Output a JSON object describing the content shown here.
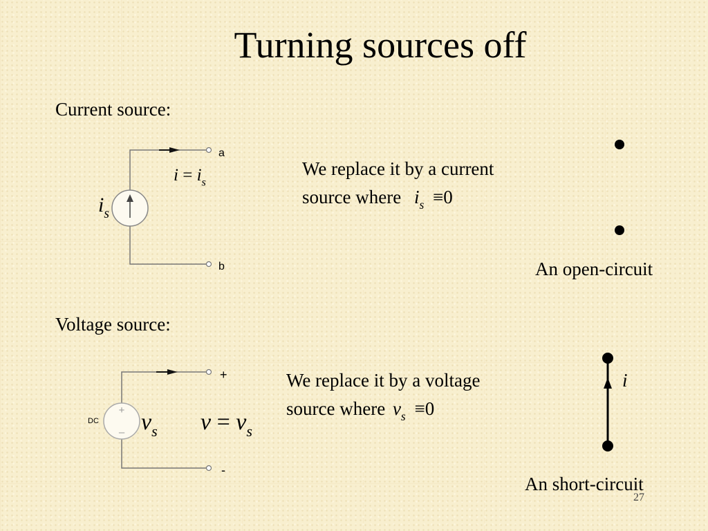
{
  "slide": {
    "title": "Turning sources off",
    "page_number": "27"
  },
  "current_section": {
    "heading": "Current source:",
    "description_line1": "We replace it by a current",
    "description_line2": "source where",
    "condition": {
      "var": "i",
      "sub": "s",
      "op": "≡",
      "value": "0"
    },
    "circuit": {
      "node_top": "a",
      "node_bottom": "b",
      "source_symbol": {
        "var": "i",
        "sub": "s"
      },
      "branch_equation": {
        "lhs": "i",
        "op": "=",
        "rhs_var": "i",
        "rhs_sub": "s"
      }
    },
    "result_caption": "An open-circuit"
  },
  "voltage_section": {
    "heading": "Voltage source:",
    "description_line1": "We replace it by a voltage",
    "description_line2": "source where",
    "condition": {
      "var": "v",
      "sub": "s",
      "op": "≡",
      "value": "0"
    },
    "circuit": {
      "node_top": "+",
      "node_bottom": "-",
      "source_tag": "DC",
      "source_plus": "+",
      "source_minus": "–",
      "source_symbol": {
        "var": "v",
        "sub": "s"
      },
      "terminal_equation": {
        "lhs": "v",
        "op": "=",
        "rhs_var": "v",
        "rhs_sub": "s"
      }
    },
    "result_current_label": "i",
    "result_caption": "An short-circuit"
  }
}
